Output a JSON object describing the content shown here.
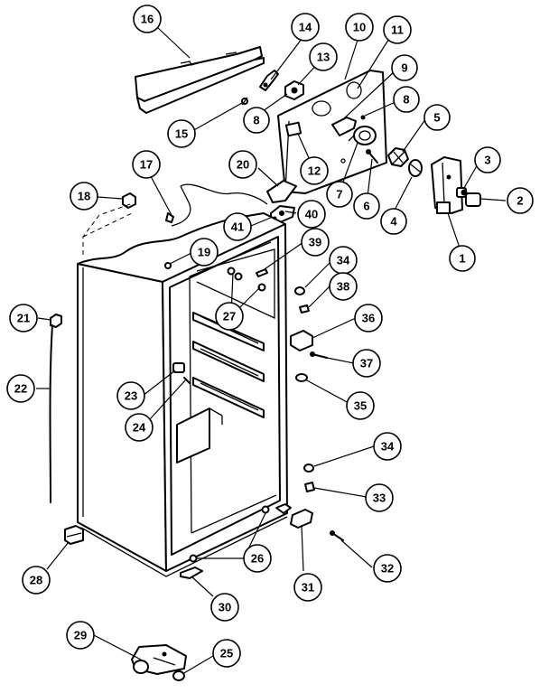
{
  "callouts": [
    {
      "id": "c1",
      "label": "1"
    },
    {
      "id": "c2",
      "label": "2"
    },
    {
      "id": "c3",
      "label": "3"
    },
    {
      "id": "c4",
      "label": "4"
    },
    {
      "id": "c5",
      "label": "5"
    },
    {
      "id": "c6",
      "label": "6"
    },
    {
      "id": "c7",
      "label": "7"
    },
    {
      "id": "c8a",
      "label": "8"
    },
    {
      "id": "c8b",
      "label": "8"
    },
    {
      "id": "c9",
      "label": "9"
    },
    {
      "id": "c10",
      "label": "10"
    },
    {
      "id": "c11",
      "label": "11"
    },
    {
      "id": "c12",
      "label": "12"
    },
    {
      "id": "c13",
      "label": "13"
    },
    {
      "id": "c14",
      "label": "14"
    },
    {
      "id": "c15",
      "label": "15"
    },
    {
      "id": "c16",
      "label": "16"
    },
    {
      "id": "c17",
      "label": "17"
    },
    {
      "id": "c18",
      "label": "18"
    },
    {
      "id": "c19",
      "label": "19"
    },
    {
      "id": "c20",
      "label": "20"
    },
    {
      "id": "c21",
      "label": "21"
    },
    {
      "id": "c22",
      "label": "22"
    },
    {
      "id": "c23",
      "label": "23"
    },
    {
      "id": "c24",
      "label": "24"
    },
    {
      "id": "c25",
      "label": "25"
    },
    {
      "id": "c26",
      "label": "26"
    },
    {
      "id": "c27",
      "label": "27"
    },
    {
      "id": "c28",
      "label": "28"
    },
    {
      "id": "c29",
      "label": "29"
    },
    {
      "id": "c30",
      "label": "30"
    },
    {
      "id": "c31",
      "label": "31"
    },
    {
      "id": "c32",
      "label": "32"
    },
    {
      "id": "c33",
      "label": "33"
    },
    {
      "id": "c34a",
      "label": "34"
    },
    {
      "id": "c34b",
      "label": "34"
    },
    {
      "id": "c35",
      "label": "35"
    },
    {
      "id": "c36",
      "label": "36"
    },
    {
      "id": "c37",
      "label": "37"
    },
    {
      "id": "c38",
      "label": "38"
    },
    {
      "id": "c39",
      "label": "39"
    },
    {
      "id": "c40",
      "label": "40"
    },
    {
      "id": "c41",
      "label": "41"
    }
  ]
}
